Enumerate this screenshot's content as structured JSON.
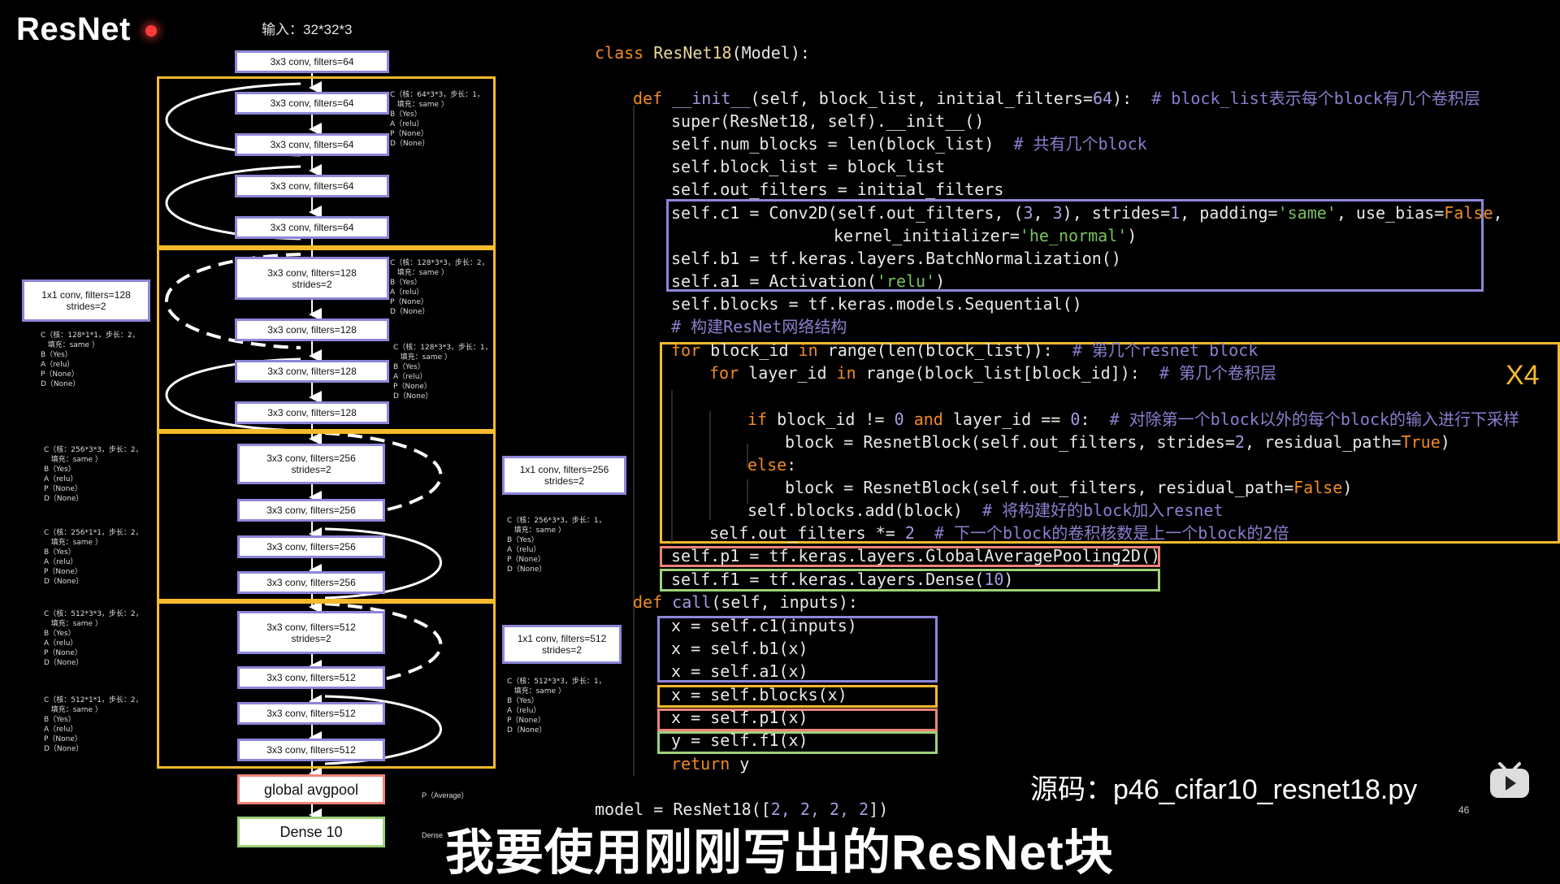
{
  "title": "ResNet",
  "input_label": "输入：32*32*3",
  "layers": {
    "l0": "3x3 conv, filters=64",
    "l1": "3x3 conv, filters=64",
    "l2": "3x3 conv, filters=64",
    "l3": "3x3 conv, filters=64",
    "l4": "3x3 conv, filters=64",
    "l5a": "3x3 conv, filters=128",
    "l5b": "strides=2",
    "l6": "3x3 conv, filters=128",
    "l7": "3x3 conv, filters=128",
    "l8": "3x3 conv, filters=128",
    "l9a": "3x3 conv, filters=256",
    "l9b": "strides=2",
    "l10": "3x3 conv, filters=256",
    "l11": "3x3 conv, filters=256",
    "l12": "3x3 conv, filters=256",
    "l13a": "3x3 conv, filters=512",
    "l13b": "strides=2",
    "l14": "3x3 conv, filters=512",
    "l15": "3x3 conv, filters=512",
    "l16": "3x3 conv, filters=512",
    "pool": "global avgpool",
    "dense": "Dense 10"
  },
  "side_layers": {
    "s1a": "1x1 conv, filters=128",
    "s1b": "strides=2",
    "s2a": "1x1 conv, filters=256",
    "s2b": "strides=2",
    "s3a": "1x1 conv, filters=512",
    "s3b": "strides=2"
  },
  "params": {
    "p1": "C（核：64*3*3，步长：1，\n   填充：same ）\nB（Yes）\nA（relu）\nP（None）\nD（None）",
    "p2": "C（核：128*3*3，步长：2，\n   填充：same ）\nB（Yes）\nA（relu）\nP（None）\nD（None）",
    "p3": "C（核：128*3*3，步长：1，\n   填充：same ）\nB（Yes）\nA（relu）\nP（None）\nD（None）",
    "p4": "C（核：128*1*1，步长：2，\n   填充：same ）\nB（Yes）\nA（relu）\nP（None）\nD（None）",
    "p5": "C（核：256*3*3，步长：2，\n   填充：same ）\nB（Yes）\nA（relu）\nP（None）\nD（None）",
    "p6": "C（核：256*1*1，步长：2，\n   填充：same ）\nB（Yes）\nA（relu）\nP（None）\nD（None）",
    "p7": "C（核：256*3*3，步长：1，\n   填充：same ）\nB（Yes）\nA（relu）\nP（None）\nD（None）",
    "p8": "C（核：512*3*3，步长：2，\n   填充：same ）\nB（Yes）\nA（relu）\nP（None）\nD（None）",
    "p9": "C（核：512*1*1，步长：2，\n   填充：same ）\nB（Yes）\nA（relu）\nP（None）\nD（None）",
    "p10": "C（核：512*3*3，步长：1，\n   填充：same ）\nB（Yes）\nA（relu）\nP（None）\nD（None）",
    "pool_param": "P（Average）",
    "dense_param": "Dense"
  },
  "code": {
    "line1_kw": "class ",
    "line1_name": "ResNet18",
    "line1_rest": "(Model):",
    "line2_kw": "def ",
    "line2_fn": "__init__",
    "line2_a": "(self, block_list, initial_filters=",
    "line2_num": "64",
    "line2_b": "):  ",
    "line2_cm": "# block_list表示每个block有几个卷积层",
    "line3": "super(ResNet18, self).__init__()",
    "line4_a": "self.num_blocks = len(block_list)  ",
    "line4_cm": "# 共有几个block",
    "line5": "self.block_list = block_list",
    "line6": "self.out_filters = initial_filters",
    "line7_a": "self.c1 = Conv2D(self.out_filters, (",
    "line7_n1": "3",
    "line7_b": ", ",
    "line7_n2": "3",
    "line7_c": "), strides=",
    "line7_n3": "1",
    "line7_d": ", padding=",
    "line7_s": "'same'",
    "line7_e": ", use_bias=",
    "line7_f": "False",
    "line7_g": ",",
    "line8_a": "kernel_initializer=",
    "line8_s": "'he_normal'",
    "line8_b": ")",
    "line9": "self.b1 = tf.keras.layers.BatchNormalization()",
    "line10_a": "self.a1 = Activation(",
    "line10_s": "'relu'",
    "line10_b": ")",
    "line11": "self.blocks = tf.keras.models.Sequential()",
    "line12_cm": "# 构建ResNet网络结构",
    "line13_kw1": "for ",
    "line13_a": "block_id ",
    "line13_kw2": "in ",
    "line13_b": "range(len(block_list)):  ",
    "line13_cm": "# 第几个resnet block",
    "line14_kw1": "for ",
    "line14_a": "layer_id ",
    "line14_kw2": "in ",
    "line14_b": "range(block_list[block_id]):  ",
    "line14_cm": "# 第几个卷积层",
    "line15_kw": "if ",
    "line15_a": "block_id != ",
    "line15_n": "0",
    "line15_kw2": " and ",
    "line15_b": "layer_id == ",
    "line15_n2": "0",
    "line15_c": ":  ",
    "line15_cm": "# 对除第一个block以外的每个block的输入进行下采样",
    "line16_a": "block = ResnetBlock(self.out_filters, strides=",
    "line16_n": "2",
    "line16_b": ", residual_path=",
    "line16_t": "True",
    "line16_c": ")",
    "line17_kw": "else",
    "line17_a": ":",
    "line18_a": "block = ResnetBlock(self.out_filters, residual_path=",
    "line18_f": "False",
    "line18_b": ")",
    "line19_a": "self.blocks.add(block)  ",
    "line19_cm": "# 将构建好的block加入resnet",
    "line20_a": "self.out_filters *= ",
    "line20_n": "2",
    "line20_b": "  ",
    "line20_cm": "# 下一个block的卷积核数是上一个block的2倍",
    "line21_a": "self.p1 = tf.keras.layers.GlobalAveragePooling2D()",
    "line22_a": "self.f1 = tf.keras.layers.Dense(",
    "line22_n": "10",
    "line22_b": ")",
    "line23_kw": "def ",
    "line23_fn": "call",
    "line23_a": "(self, inputs):",
    "line24": "x = self.c1(inputs)",
    "line25": "x = self.b1(x)",
    "line26": "x = self.a1(x)",
    "line27": "x = self.blocks(x)",
    "line28": "x = self.p1(x)",
    "line29": "y = self.f1(x)",
    "line30_kw": "return ",
    "line30_a": "y",
    "line31_a": "model = ResNet18([",
    "line31_n": "2, 2, 2, 2",
    "line31_b": "])"
  },
  "x4_label": "X4",
  "source_label": "源码：p46_cifar10_resnet18.py",
  "page_number": "46",
  "subtitle": "我要使用刚刚写出的ResNet块",
  "colors": {
    "yellow": "#f5bb2c",
    "purple": "#8d86d8",
    "red": "#ef8378",
    "green": "#9ed179",
    "keyword": "#f08a24",
    "comment": "#8a7fcf",
    "string": "#79c25c"
  }
}
